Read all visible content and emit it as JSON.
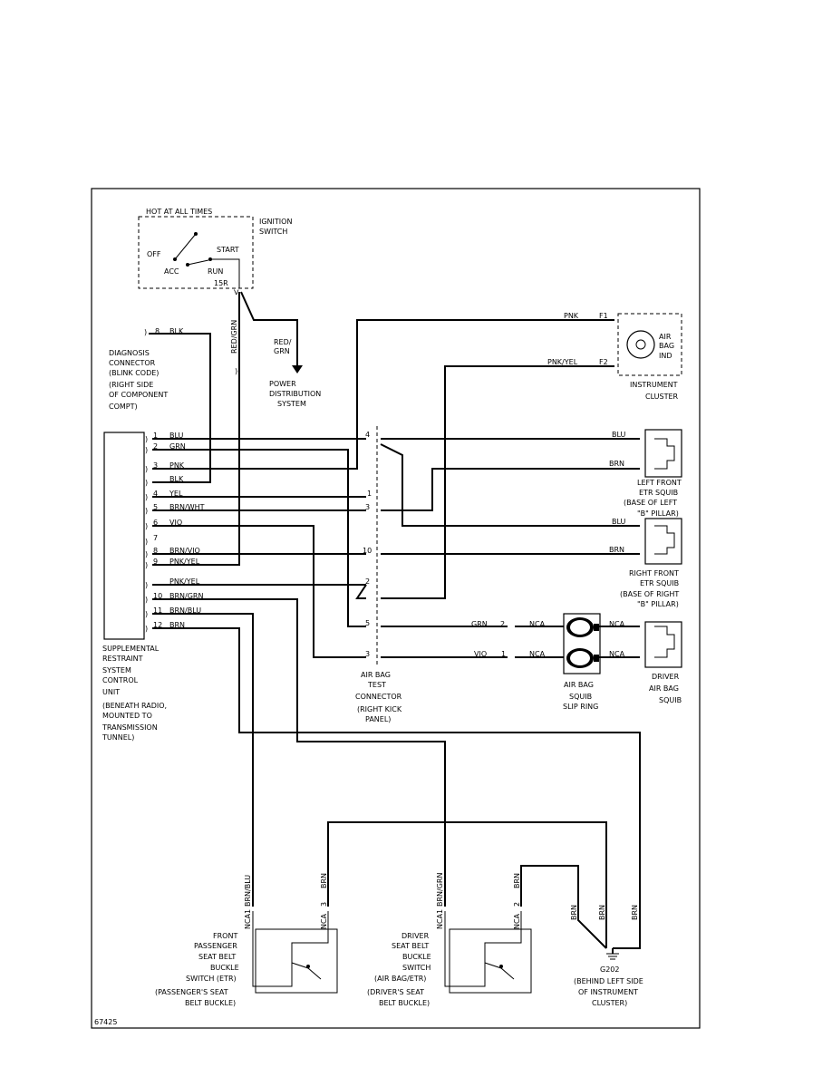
{
  "ignition": {
    "hot": "HOT AT ALL TIMES",
    "title": [
      "IGNITION",
      "SWITCH"
    ],
    "off": "OFF",
    "acc": "ACC",
    "start": "START",
    "run": "RUN",
    "terminal": "15R"
  },
  "diag": {
    "pin": "8",
    "color": "BLK",
    "lines": [
      "DIAGNOSIS",
      "CONNECTOR",
      "(BLINK CODE)",
      "(RIGHT SIDE",
      "OF COMPONENT",
      "COMPT)"
    ]
  },
  "power": {
    "wire": [
      "RED/",
      "GRN"
    ],
    "lines": [
      "POWER",
      "DISTRIBUTION",
      "SYSTEM"
    ]
  },
  "vertical_wire": "RED/GRN",
  "cluster": {
    "f1_color": "PNK",
    "f1": "F1",
    "f2_color": "PNK/YEL",
    "f2": "F2",
    "ind": [
      "AIR",
      "BAG",
      "IND"
    ],
    "lines": [
      "INSTRUMENT",
      "CLUSTER"
    ]
  },
  "srs": {
    "pins": [
      {
        "n": "1",
        "c": "BLU"
      },
      {
        "n": "2",
        "c": "GRN"
      },
      {
        "n": "3",
        "c": "PNK"
      },
      {
        "n": "",
        "c": "BLK"
      },
      {
        "n": "4",
        "c": "YEL"
      },
      {
        "n": "5",
        "c": "BRN/WHT"
      },
      {
        "n": "6",
        "c": "VIO"
      },
      {
        "n": "7",
        "c": ""
      },
      {
        "n": "8",
        "c": "BRN/VIO"
      },
      {
        "n": "9",
        "c": "PNK/YEL"
      },
      {
        "n": "",
        "c": "PNK/YEL"
      },
      {
        "n": "10",
        "c": "BRN/GRN"
      },
      {
        "n": "11",
        "c": "BRN/BLU"
      },
      {
        "n": "12",
        "c": "BRN"
      }
    ],
    "lines": [
      "SUPPLEMENTAL",
      "RESTRAINT",
      "SYSTEM",
      "CONTROL",
      "UNIT",
      "",
      "(BENEATH RADIO,",
      "MOUNTED TO",
      "TRANSMISSION",
      "TUNNEL)"
    ]
  },
  "test_conn": {
    "pins": [
      "4",
      "1",
      "3",
      "10",
      "2",
      "5",
      "3"
    ],
    "lines": [
      "AIR BAG",
      "TEST",
      "CONNECTOR",
      "(RIGHT KICK",
      "PANEL)"
    ]
  },
  "left_squib": {
    "c1": "BLU",
    "c2": "BRN",
    "lines": [
      "LEFT FRONT",
      "ETR SQUIB",
      "(BASE OF LEFT",
      "\"B\" PILLAR)"
    ]
  },
  "right_squib": {
    "c1": "BLU",
    "c2": "BRN",
    "lines": [
      "RIGHT FRONT",
      "ETR SQUIB",
      "(BASE OF RIGHT",
      "\"B\" PILLAR)"
    ]
  },
  "slip": {
    "grn": "GRN",
    "pin2": "2",
    "vio": "VIO",
    "pin1": "1",
    "nca": "NCA",
    "lines": [
      "AIR BAG",
      "SQUIB",
      "SLIP RING"
    ]
  },
  "driver_squib": {
    "nca": "NCA",
    "lines": [
      "DRIVER",
      "AIR BAG",
      "SQUIB"
    ]
  },
  "pass_buckle": {
    "w1": "BRN/BLU",
    "w2": "BRN",
    "p1": "1",
    "p2": "3",
    "nca": "NCA",
    "lines": [
      "FRONT",
      "PASSENGER",
      "SEAT BELT",
      "BUCKLE",
      "SWITCH (ETR)",
      "(PASSENGER'S SEAT",
      "BELT BUCKLE)"
    ]
  },
  "drv_buckle": {
    "w1": "BRN/GRN",
    "w2": "BRN",
    "p1": "1",
    "p2": "2",
    "nca": "NCA",
    "lines": [
      "DRIVER",
      "SEAT BELT",
      "BUCKLE",
      "SWITCH",
      "(AIR BAG/ETR)",
      "(DRIVER'S SEAT",
      "BELT BUCKLE)"
    ]
  },
  "ground": {
    "wires": [
      "BRN",
      "BRN",
      "BRN"
    ],
    "lines": [
      "G202",
      "(BEHIND LEFT SIDE",
      "OF INSTRUMENT",
      "CLUSTER)"
    ]
  },
  "fig": "67425"
}
